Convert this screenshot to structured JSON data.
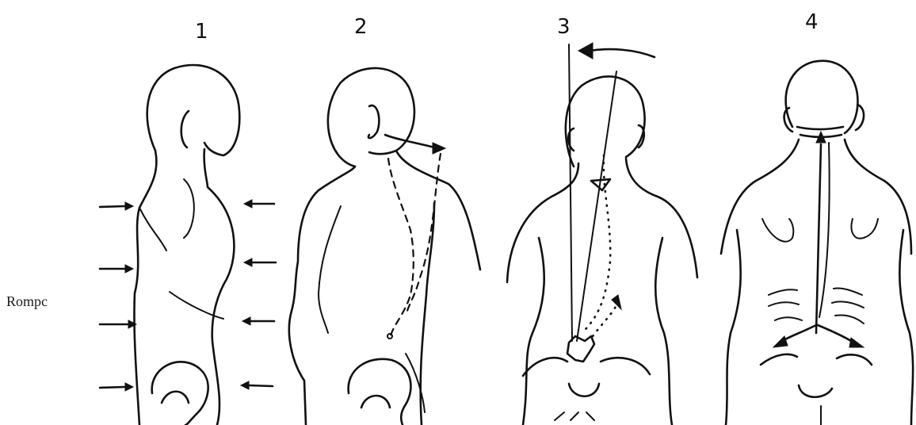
{
  "side_label": "Rompc",
  "figures": [
    {
      "number": "1"
    },
    {
      "number": "2"
    },
    {
      "number": "3"
    },
    {
      "number": "4"
    }
  ]
}
